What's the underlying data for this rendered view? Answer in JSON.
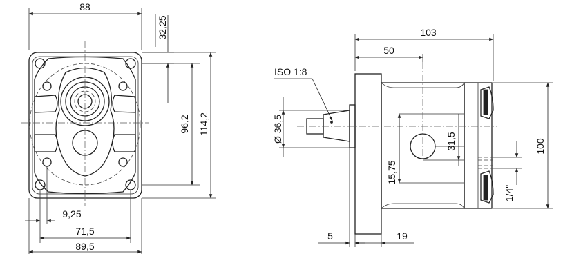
{
  "front_view": {
    "dim_width_top": "88",
    "dim_offset_top": "32,25",
    "dim_height_inner": "96,2",
    "dim_height_outer": "114,2",
    "dim_bottom_small": "9,25",
    "dim_bottom_mid": "71,5",
    "dim_bottom_full": "89,5"
  },
  "side_view": {
    "dim_length_total": "103",
    "dim_length_port": "50",
    "taper_label": "ISO 1:8",
    "shaft_diameter": "Ø 36,5",
    "dim_port_offset": "31,5",
    "dim_port_low": "15,75",
    "dim_height_total": "100",
    "thread_label": "1/4\"",
    "dim_flange_thickness": "5",
    "dim_hub_length": "19"
  }
}
